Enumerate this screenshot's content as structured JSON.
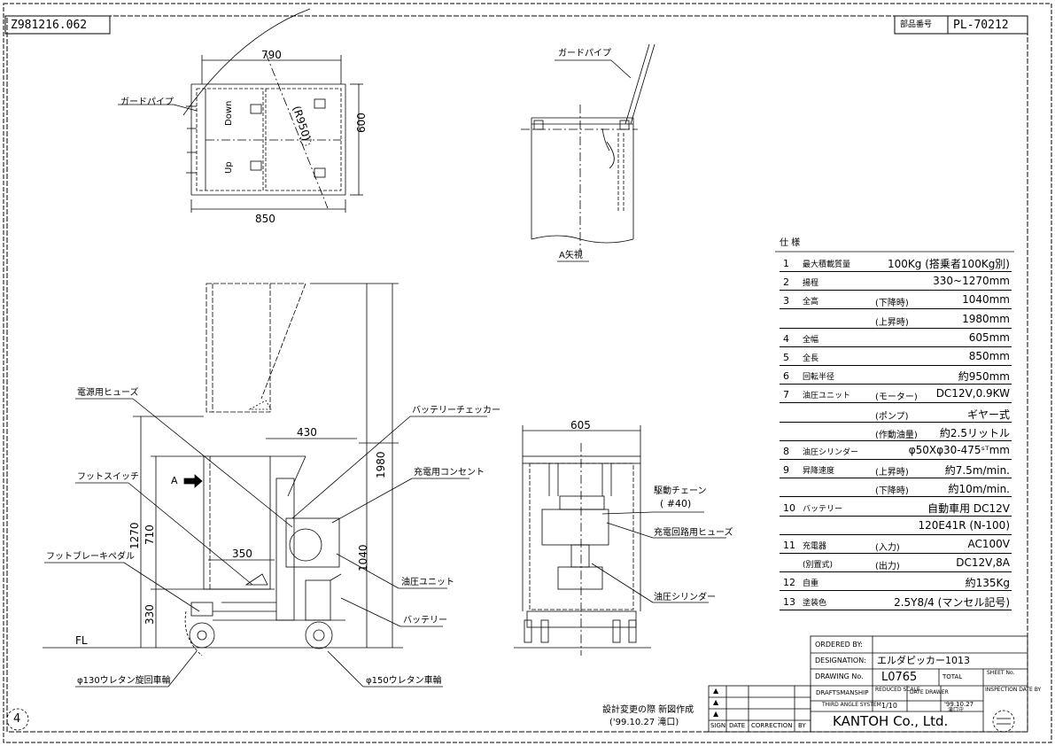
{
  "header": {
    "drawing_code": "Z981216.062",
    "part_no_label": "部品番号",
    "part_no": "PL-70212",
    "sheet_mark": "4"
  },
  "top_view": {
    "dim_width_top": "790",
    "dim_height": "600",
    "dim_width_bottom": "850",
    "radius": "(R950)",
    "down_label": "Down",
    "up_label": "Up",
    "guard_pipe": "ガードパイプ"
  },
  "a_view": {
    "guard_pipe": "ガードパイプ",
    "caption": "A矢視"
  },
  "side_view": {
    "labels": {
      "power_fuse": "電源用ヒューズ",
      "foot_switch": "フットスイッチ",
      "foot_brake": "フットブレーキペダル",
      "battery_checker": "バッテリーチェッカー",
      "charging_outlet": "充電用コンセント",
      "hydraulic_unit": "油圧ユニット",
      "battery": "バッテリー",
      "caster_130": "φ130ウレタン旋回車輪",
      "wheel_150": "φ150ウレタン車輪",
      "floor": "FL",
      "arrow_a": "A"
    },
    "dims": {
      "d430": "430",
      "d1980": "1980",
      "d1270": "1270",
      "d710": "710",
      "d350": "350",
      "d1040": "1040",
      "d330": "330"
    }
  },
  "front_view": {
    "dim_width": "605",
    "labels": {
      "drive_chain": "駆動チェーン",
      "drive_chain_no": "( #40)",
      "charge_fuse": "充電回路用ヒューズ",
      "cylinder": "油圧シリンダー"
    }
  },
  "specs": {
    "heading": "仕 様",
    "rows": [
      {
        "no": "1",
        "item": "最大積載質量",
        "sub": "",
        "value": "100Kg (搭乗者100Kg別)"
      },
      {
        "no": "2",
        "item": "揚程",
        "sub": "",
        "value": "330~1270mm"
      },
      {
        "no": "3",
        "item": "全高",
        "sub": "(下降時)",
        "value": "1040mm"
      },
      {
        "no": "",
        "item": "",
        "sub": "(上昇時)",
        "value": "1980mm"
      },
      {
        "no": "4",
        "item": "全幅",
        "sub": "",
        "value": "605mm"
      },
      {
        "no": "5",
        "item": "全長",
        "sub": "",
        "value": "850mm"
      },
      {
        "no": "6",
        "item": "回転半径",
        "sub": "",
        "value": "約950mm"
      },
      {
        "no": "7",
        "item": "油圧ユニット",
        "sub": "(モーター)",
        "value": "DC12V,0.9KW"
      },
      {
        "no": "",
        "item": "",
        "sub": "(ポンプ)",
        "value": "ギヤー式"
      },
      {
        "no": "",
        "item": "",
        "sub": "(作動油量)",
        "value": "約2.5リットル"
      },
      {
        "no": "8",
        "item": "油圧シリンダー",
        "sub": "",
        "value": "φ50Xφ30-475ˢᵀmm"
      },
      {
        "no": "9",
        "item": "昇降速度",
        "sub": "(上昇時)",
        "value": "約7.5m/min."
      },
      {
        "no": "",
        "item": "",
        "sub": "(下降時)",
        "value": "約10m/min."
      },
      {
        "no": "10",
        "item": "バッテリー",
        "sub": "",
        "value": "自動車用 DC12V"
      },
      {
        "no": "",
        "item": "",
        "sub": "",
        "value": "120E41R (N-100)"
      },
      {
        "no": "11",
        "item": "充電器",
        "sub": "(入力)",
        "value": "AC100V"
      },
      {
        "no": "",
        "item": "(別置式)",
        "sub": "(出力)",
        "value": "DC12V,8A"
      },
      {
        "no": "12",
        "item": "自重",
        "sub": "",
        "value": "約135Kg"
      },
      {
        "no": "13",
        "item": "塗装色",
        "sub": "",
        "value": "2.5Y8/4 (マンセル記号)"
      }
    ]
  },
  "title_block": {
    "ordered_by": "ORDERED BY:",
    "designation_label": "DESIGNATION:",
    "designation": "エルダピッカー1013",
    "drawing_no_label": "DRAWING No.",
    "drawing_no": "L0765",
    "total": "TOTAL",
    "sheet_no": "SHEET No.",
    "draftsmanship": "DRAFTSMANSHIP",
    "reduced_scale": "REDUCED SCALE",
    "date_drawer": "DATE DRAWER",
    "inspection": "INSPECTION DATE BY",
    "third_angle": "THIRD ANGLE SYSTEM",
    "scale": "1/10",
    "date_drawn": "'99.10.27",
    "drawer": "滝口守",
    "company": "KANTOH Co., Ltd.",
    "rev_mark": "▲"
  },
  "revision": {
    "col_sign": "SIGN",
    "col_date": "DATE",
    "col_correction": "CORRECTION",
    "col_by": "BY",
    "note_line1": "設計変更の際 新図作成",
    "note_line2": "('99.10.27 滝口)"
  }
}
